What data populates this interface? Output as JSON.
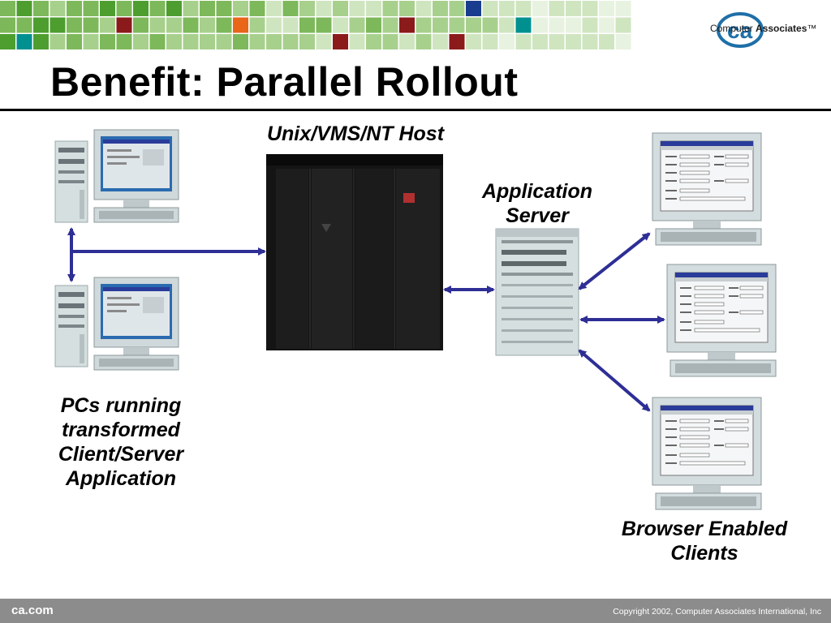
{
  "slide": {
    "title": "Benefit:  Parallel Rollout",
    "logo": {
      "text_regular": "Computer ",
      "text_bold": "Associates",
      "trademark": "™",
      "icon": "ca-logo-icon"
    },
    "colors": {
      "arrow": "#2e2e96",
      "mosaic_greens": [
        "#4d9e2e",
        "#7db85a",
        "#a8d08d",
        "#cfe5c0",
        "#e8f2e0"
      ],
      "mosaic_accents": [
        "#e8651a",
        "#8b1a1a",
        "#1a3c8f",
        "#009090",
        "#4b1a8f"
      ]
    }
  },
  "diagram": {
    "host_label": "Unix/VMS/NT Host",
    "app_server_label": "Application Server",
    "pcs_label": "PCs running transformed Client/Server Application",
    "browser_label": "Browser Enabled Clients"
  },
  "footer": {
    "site": "ca.com",
    "copyright": "Copyright 2002, Computer Associates International, Inc"
  }
}
